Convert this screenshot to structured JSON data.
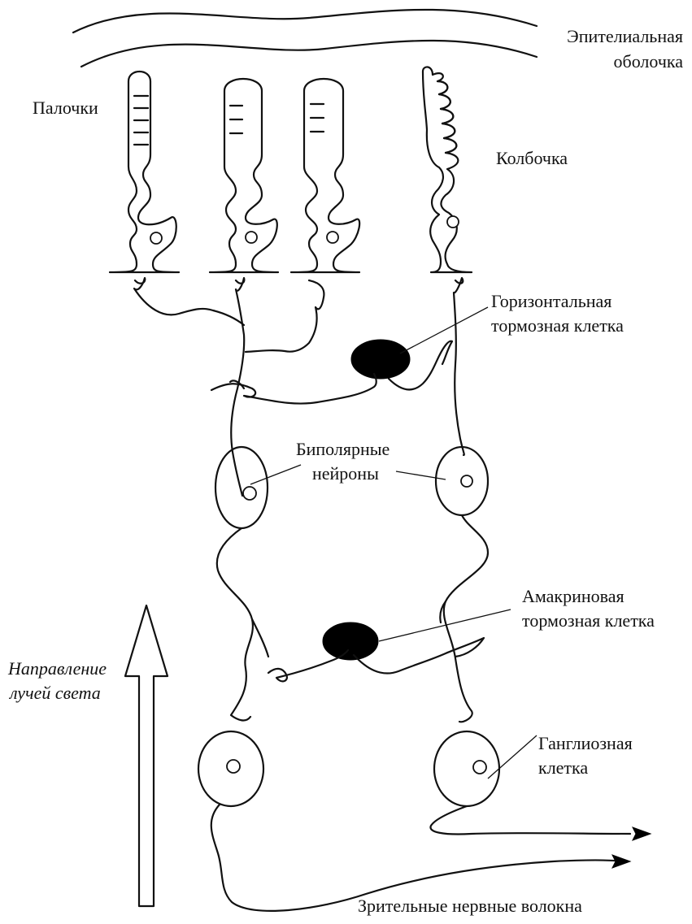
{
  "labels": {
    "epithelium_line1": "Эпителиальная",
    "epithelium_line2": "оболочка",
    "rods": "Палочки",
    "cone": "Колбочка",
    "horizontal_line1": "Горизонтальная",
    "horizontal_line2": "тормозная клетка",
    "bipolar_line1": "Биполярные",
    "bipolar_line2": "нейроны",
    "amacrine_line1": "Амакриновая",
    "amacrine_line2": "тормозная клетка",
    "light_line1": "Направление",
    "light_line2": "лучей света",
    "ganglion_line1": "Ганглиозная",
    "ganglion_line2": "клетка",
    "optic_fibers": "Зрительные нервные волокна"
  }
}
